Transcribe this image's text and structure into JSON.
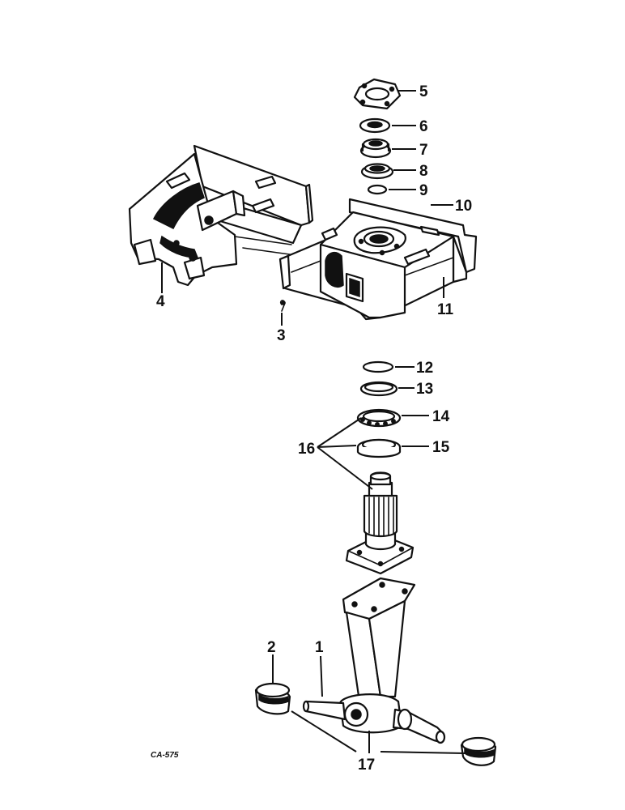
{
  "callouts": {
    "c1": "1",
    "c2": "2",
    "c3": "3",
    "c4": "4",
    "c5": "5",
    "c6": "6",
    "c7": "7",
    "c8": "8",
    "c9": "9",
    "c10": "10",
    "c11": "11",
    "c12": "12",
    "c13": "13",
    "c14": "14",
    "c15": "15",
    "c16": "16",
    "c17": "17"
  },
  "figure_code": "CA-575",
  "colors": {
    "ink": "#111111",
    "paper": "#ffffff"
  }
}
